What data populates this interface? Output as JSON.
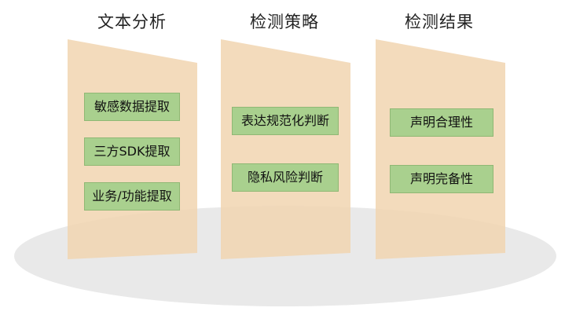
{
  "columns": [
    {
      "title": "文本分析",
      "items": [
        "敏感数据提取",
        "三方SDK提取",
        "业务/功能提取"
      ]
    },
    {
      "title": "检测策略",
      "items": [
        "表达规范化判断",
        "隐私风险判断"
      ]
    },
    {
      "title": "检测结果",
      "items": [
        "声明合理性",
        "声明完备性"
      ]
    }
  ],
  "colors": {
    "panel": "#f1d5b0",
    "box": "#a9d08e",
    "ellipse": "#e9e9e9"
  }
}
